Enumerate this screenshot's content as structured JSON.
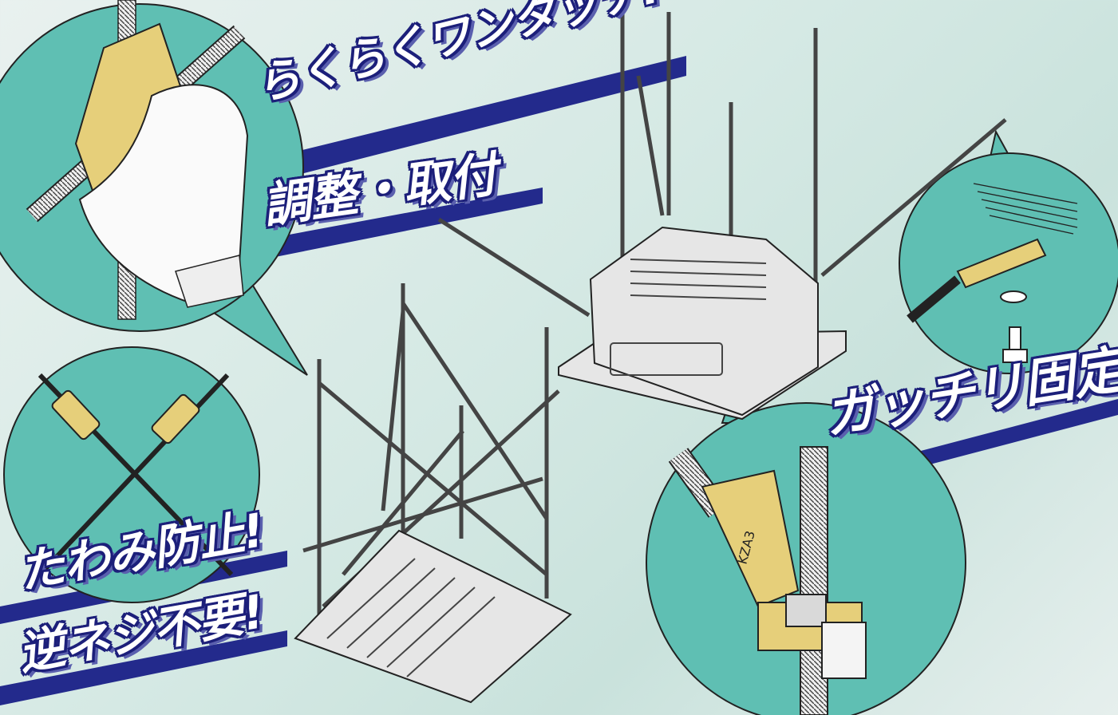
{
  "slogans": {
    "one_touch": "らくらくワンタッチ!",
    "adjust_mount": "調整・取付",
    "firm_fix": "ガッチリ固定!",
    "sag_prevent": "たわみ防止!",
    "no_reverse_thread": "逆ネジ不要!"
  },
  "bracket_marking": "KZA3",
  "colors": {
    "bubble": "#5fbfb3",
    "slogan_outline": "#1c1f7a",
    "band": "#232a8c",
    "brass": "#e6cf7a",
    "unit_body": "#e6e6e6"
  }
}
